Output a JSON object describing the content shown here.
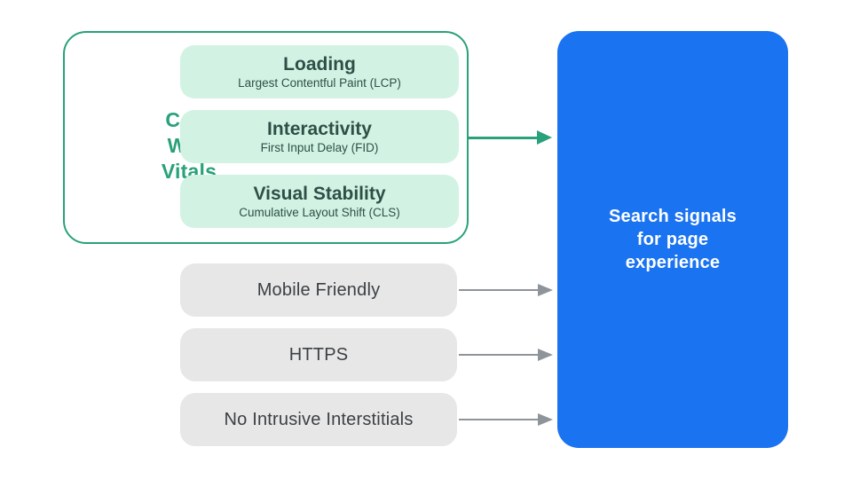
{
  "diagram": {
    "title_semantic": "Core Web Vitals and page experience search signals",
    "core_group": {
      "label_lines": [
        "Core",
        "Web",
        "Vitals"
      ],
      "pills": [
        {
          "title": "Loading",
          "subtitle": "Largest Contentful Paint (LCP)"
        },
        {
          "title": "Interactivity",
          "subtitle": "First Input Delay (FID)"
        },
        {
          "title": "Visual Stability",
          "subtitle": "Cumulative Layout Shift (CLS)"
        }
      ]
    },
    "other_signals": [
      {
        "label": "Mobile Friendly"
      },
      {
        "label": "HTTPS"
      },
      {
        "label": "No Intrusive Interstitials"
      }
    ],
    "result_box": {
      "text_lines": [
        "Search signals",
        "for page",
        "experience"
      ]
    },
    "colors": {
      "green_accent": "#29A17A",
      "green_pill_fill": "#D2F3E3",
      "green_pill_text": "#2D4F47",
      "gray_pill_fill": "#E7E7E8",
      "gray_pill_text": "#3C4043",
      "gray_arrow": "#8F949A",
      "blue_fill": "#1A73F0",
      "blue_text": "#FFFFFF",
      "background": "#FFFFFF"
    }
  }
}
